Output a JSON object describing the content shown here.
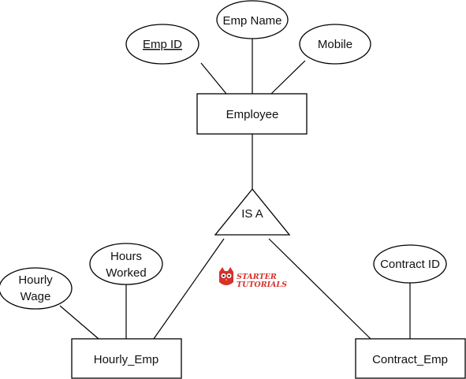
{
  "entities": {
    "employee": "Employee",
    "hourly_emp": "Hourly_Emp",
    "contract_emp": "Contract_Emp"
  },
  "attributes": {
    "emp_id": "Emp ID",
    "emp_name": "Emp Name",
    "mobile": "Mobile",
    "hours_worked_line1": "Hours",
    "hours_worked_line2": "Worked",
    "hourly_wage_line1": "Hourly",
    "hourly_wage_line2": "Wage",
    "contract_id": "Contract ID"
  },
  "isa": {
    "label": "IS A"
  },
  "logo": {
    "line1": "STARTER",
    "line2": "TUTORIALS",
    "color": "#d6312b"
  }
}
